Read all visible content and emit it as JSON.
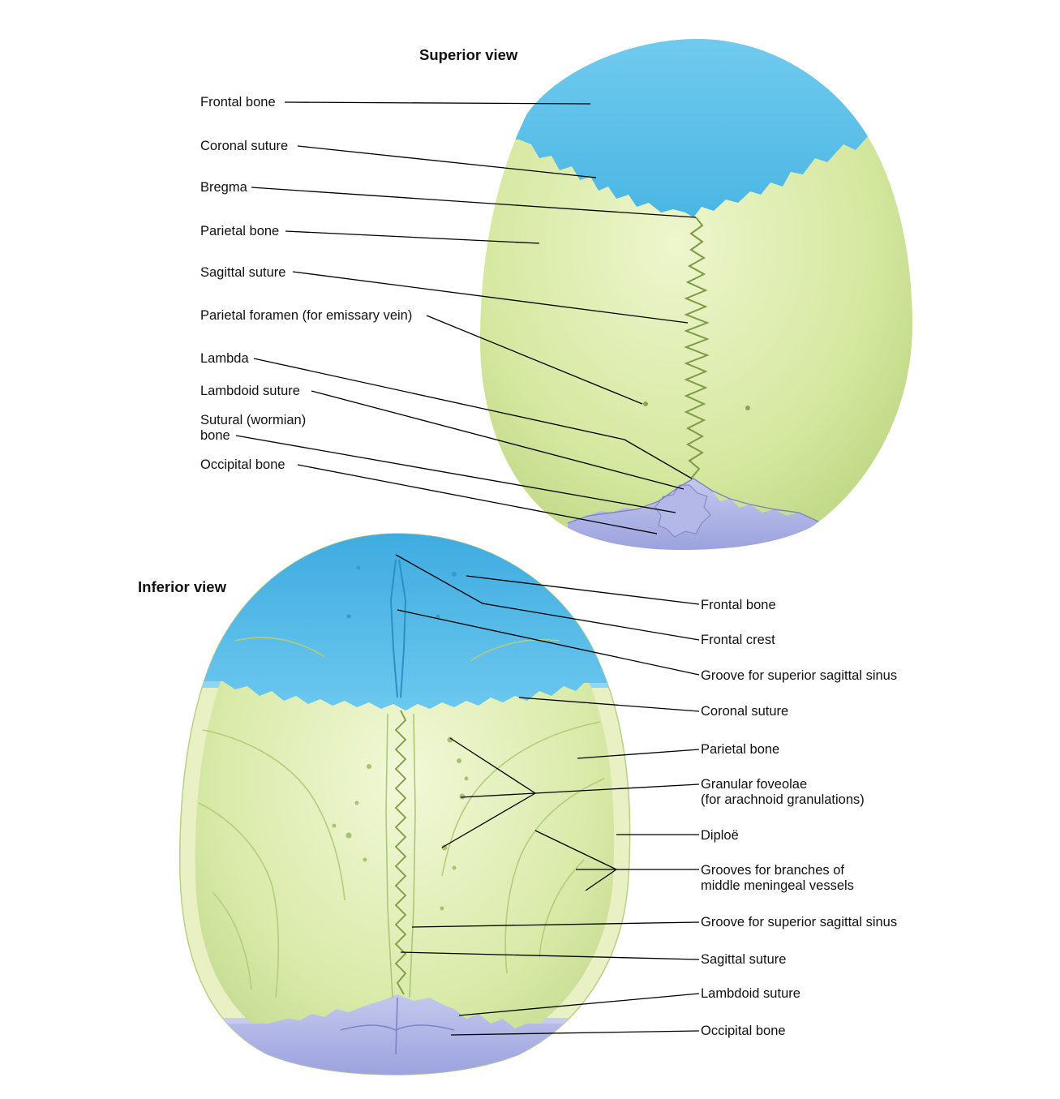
{
  "superior": {
    "title": "Superior view",
    "labels": {
      "frontal_bone": "Frontal bone",
      "coronal_suture": "Coronal suture",
      "bregma": "Bregma",
      "parietal_bone": "Parietal bone",
      "sagittal_suture": "Sagittal suture",
      "parietal_foramen": "Parietal foramen (for emissary vein)",
      "lambda": "Lambda",
      "lambdoid_suture": "Lambdoid suture",
      "sutural_bone_line1": "Sutural (wormian)",
      "sutural_bone_line2": "bone",
      "occipital_bone": "Occipital bone"
    }
  },
  "inferior": {
    "title": "Inferior view",
    "labels": {
      "frontal_bone": "Frontal bone",
      "frontal_crest": "Frontal crest",
      "groove_sss_top": "Groove for superior sagittal sinus",
      "coronal_suture": "Coronal suture",
      "parietal_bone": "Parietal bone",
      "granular_line1": "Granular foveolae",
      "granular_line2": "(for arachnoid granulations)",
      "diploe": "Diploë",
      "grooves_line1": "Grooves for branches of",
      "grooves_line2": "middle meningeal vessels",
      "groove_sss_bottom": "Groove for superior sagittal sinus",
      "sagittal_suture": "Sagittal suture",
      "lambdoid_suture": "Lambdoid suture",
      "occipital_bone": "Occipital bone"
    }
  },
  "colors": {
    "frontal": "#5fc3ea",
    "parietal": "#d5e8a0",
    "occipital": "#a9b0e2",
    "diploe": "#e6efbf"
  }
}
